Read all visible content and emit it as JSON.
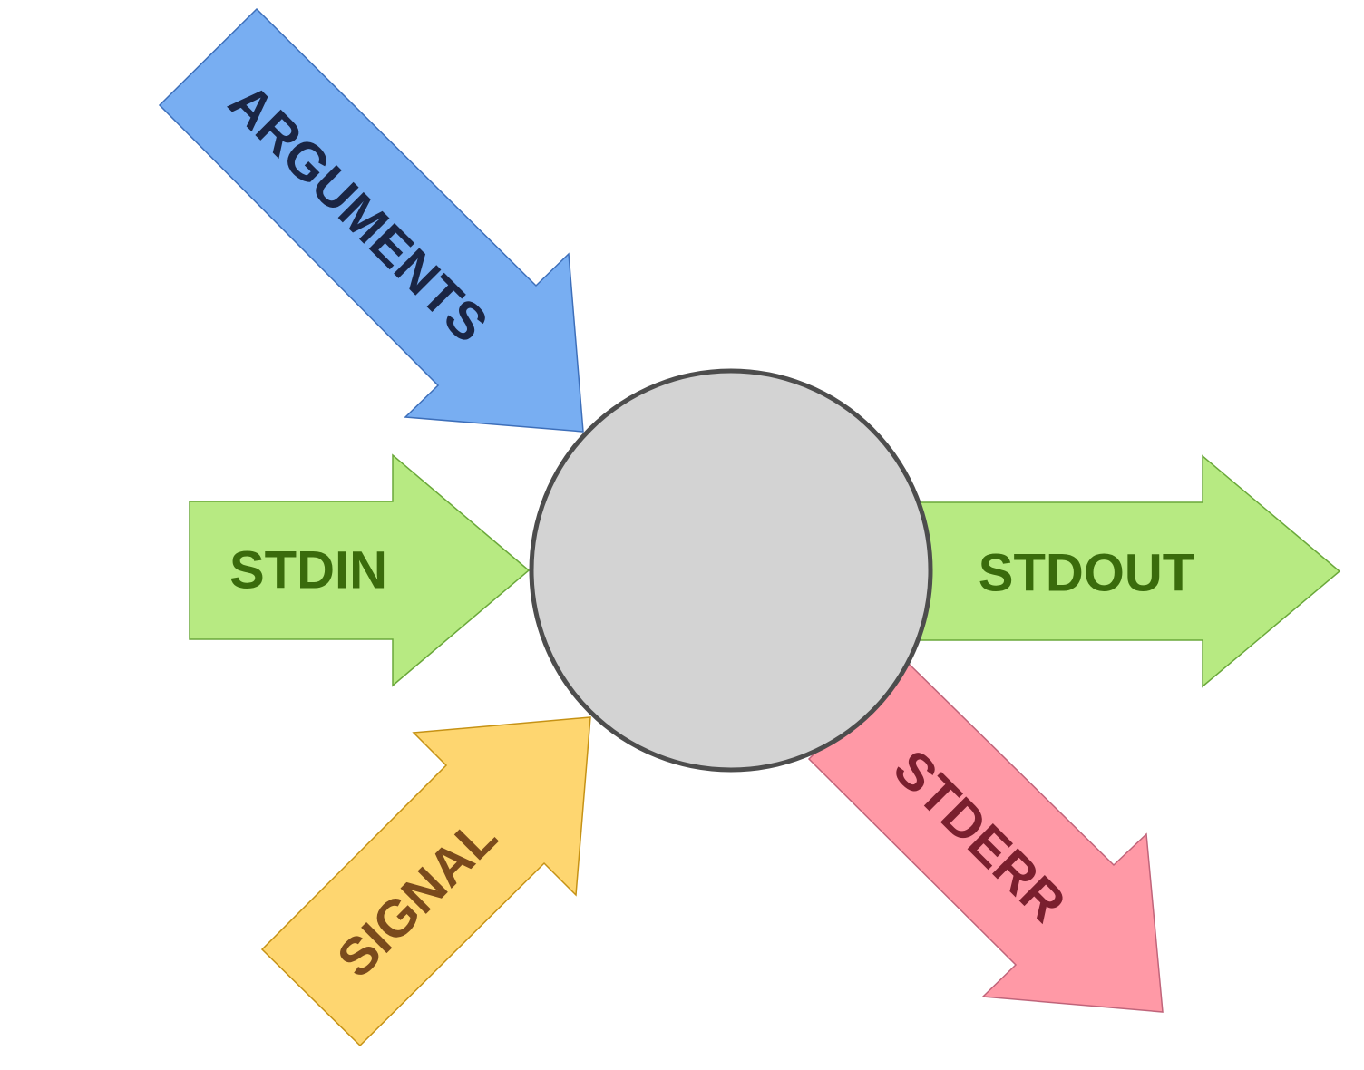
{
  "diagram": {
    "process": {
      "fill": "#d3d3d3",
      "stroke": "#4d4d4d"
    },
    "arrows": {
      "arguments": {
        "label": "ARGUMENTS",
        "fill": "#78aef2",
        "stroke": "#3d6fba",
        "text_color": "#1a2544",
        "direction": "in"
      },
      "stdin": {
        "label": "STDIN",
        "fill": "#b7ea82",
        "stroke": "#6aa83a",
        "text_color": "#3a6b0c",
        "direction": "in"
      },
      "signal": {
        "label": "SIGNAL",
        "fill": "#fed670",
        "stroke": "#c69214",
        "text_color": "#7a4a1c",
        "direction": "in"
      },
      "stdout": {
        "label": "STDOUT",
        "fill": "#b7ea82",
        "stroke": "#6aa83a",
        "text_color": "#3a6b0c",
        "direction": "out"
      },
      "stderr": {
        "label": "STDERR",
        "fill": "#ff99a6",
        "stroke": "#c0647a",
        "text_color": "#7a1f2e",
        "direction": "out"
      }
    }
  }
}
